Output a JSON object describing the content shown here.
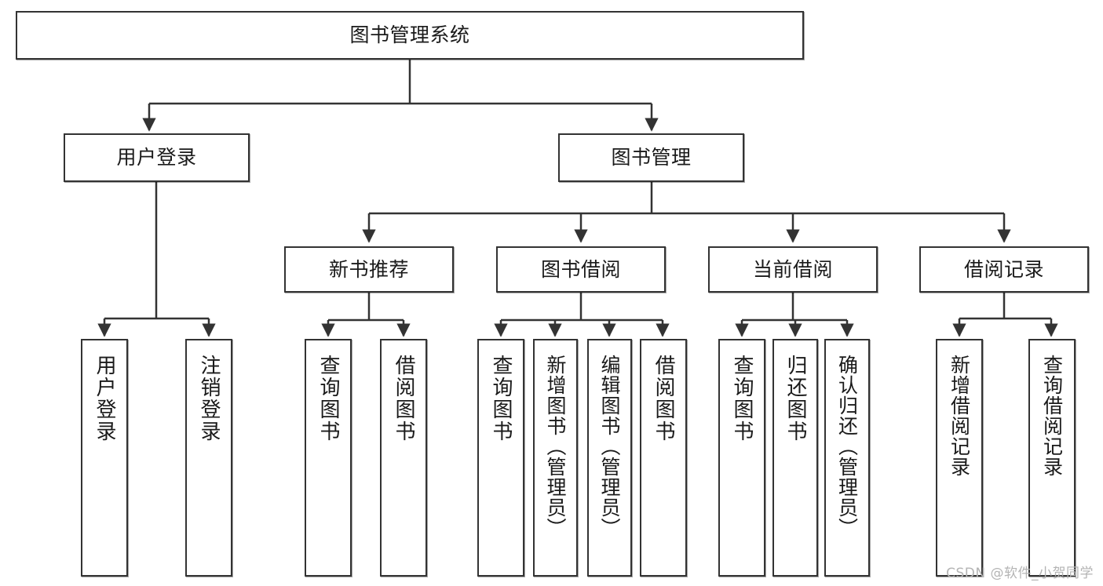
{
  "diagram": {
    "type": "tree-hierarchy",
    "title": "图书管理系统",
    "watermark": "CSDN @软件_小贺同学",
    "colors": {
      "box_border": "#333333",
      "box_fill": "#ffffff",
      "edge": "#333333",
      "text": "#1a1a1a",
      "watermark": "#b4b4b4"
    },
    "root": {
      "id": "root",
      "label": "图书管理系统"
    },
    "level2": [
      {
        "id": "login",
        "label": "用户登录"
      },
      {
        "id": "bookmgmt",
        "label": "图书管理"
      }
    ],
    "level3": [
      {
        "id": "newbook",
        "label": "新书推荐",
        "parent": "bookmgmt"
      },
      {
        "id": "borrow",
        "label": "图书借阅",
        "parent": "bookmgmt"
      },
      {
        "id": "current",
        "label": "当前借阅",
        "parent": "bookmgmt"
      },
      {
        "id": "records",
        "label": "借阅记录",
        "parent": "bookmgmt"
      }
    ],
    "leaves": [
      {
        "id": "leaf-user-login",
        "label": "用户登录",
        "parent": "login"
      },
      {
        "id": "leaf-user-logout",
        "label": "注销登录",
        "parent": "login"
      },
      {
        "id": "leaf-nb-query",
        "label": "查询图书",
        "parent": "newbook"
      },
      {
        "id": "leaf-nb-borrow",
        "label": "借阅图书",
        "parent": "newbook"
      },
      {
        "id": "leaf-bo-query",
        "label": "查询图书",
        "parent": "borrow"
      },
      {
        "id": "leaf-bo-add",
        "label": "新增图书（管理员）",
        "parent": "borrow"
      },
      {
        "id": "leaf-bo-edit",
        "label": "编辑图书（管理员）",
        "parent": "borrow"
      },
      {
        "id": "leaf-bo-borrow",
        "label": "借阅图书",
        "parent": "borrow"
      },
      {
        "id": "leaf-cu-query",
        "label": "查询图书",
        "parent": "current"
      },
      {
        "id": "leaf-cu-return",
        "label": "归还图书",
        "parent": "current"
      },
      {
        "id": "leaf-cu-confirm",
        "label": "确认归还（管理员）",
        "parent": "current"
      },
      {
        "id": "leaf-re-add",
        "label": "新增借阅记录",
        "parent": "records"
      },
      {
        "id": "leaf-re-query",
        "label": "查询借阅记录",
        "parent": "records"
      }
    ]
  }
}
